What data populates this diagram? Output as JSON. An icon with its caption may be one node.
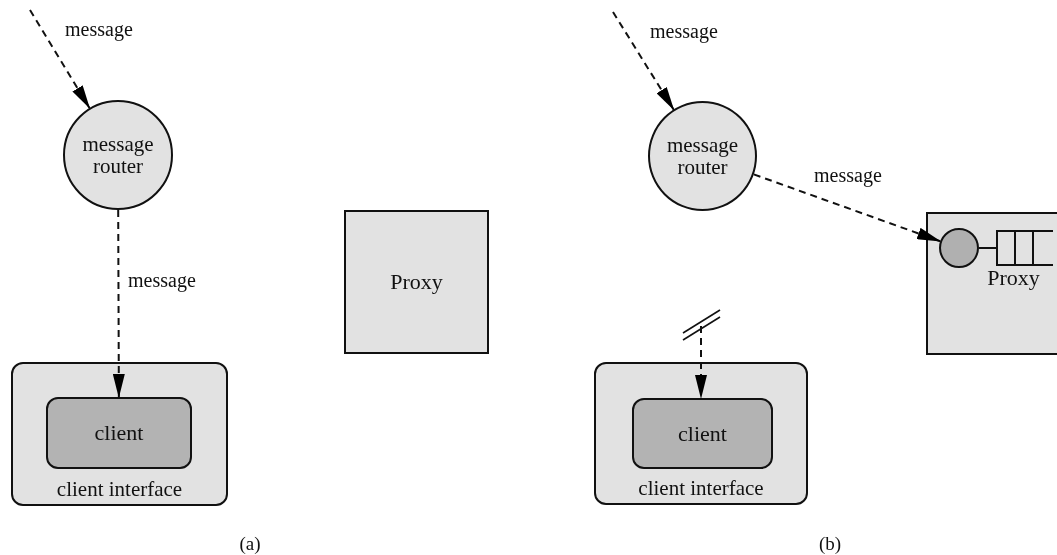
{
  "diagram": {
    "nodes": [
      {
        "text": [
          "message router"
        ]
      },
      {
        "text": [
          "client interface"
        ]
      },
      {
        "text": [
          "client"
        ],
        "in": 1
      },
      {
        "text": [
          "Proxy"
        ]
      },
      {
        "text": [
          "message router"
        ]
      },
      {
        "text": [
          "Proxy"
        ]
      },
      {
        "text": [],
        "shape": "circle",
        "in": 5
      },
      {
        "text": [
          "client interface"
        ]
      },
      {
        "text": [
          "client"
        ],
        "in": 7
      }
    ],
    "edges": [
      {
        "from": null,
        "to": 0,
        "arrow": "to",
        "label": "message",
        "style": "dashed"
      },
      {
        "from": 0,
        "to": 2,
        "arrow": "to",
        "label": "message",
        "style": "dashed"
      },
      {
        "from": null,
        "to": 4,
        "arrow": "to",
        "label": "message",
        "style": "dashed"
      },
      {
        "from": 4,
        "to": 6,
        "arrow": "to",
        "label": "message",
        "style": "dashed"
      },
      {
        "from": null,
        "to": 8,
        "arrow": "to",
        "style": "dashed"
      }
    ],
    "labels": [
      "(a)",
      "(b)"
    ]
  }
}
